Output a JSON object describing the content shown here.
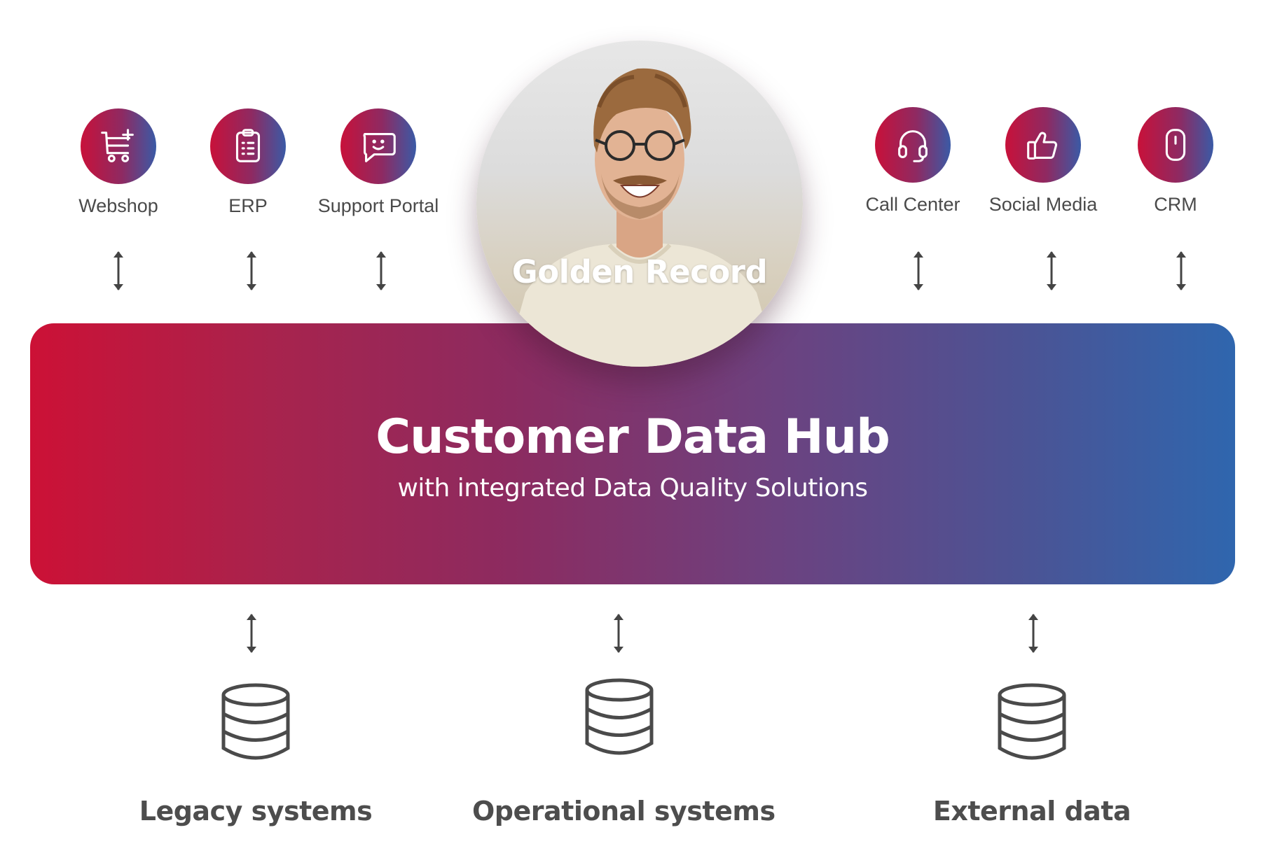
{
  "sources_top": [
    {
      "label": "Webshop",
      "icon": "shopping-cart-add-icon"
    },
    {
      "label": "ERP",
      "icon": "clipboard-icon"
    },
    {
      "label": "Support Portal",
      "icon": "chat-smile-icon"
    },
    {
      "label": "Call Center",
      "icon": "headset-icon"
    },
    {
      "label": "Social Media",
      "icon": "thumbs-up-icon"
    },
    {
      "label": "CRM",
      "icon": "mouse-icon"
    }
  ],
  "golden_record": {
    "label": "Golden Record"
  },
  "hub": {
    "title": "Customer Data Hub",
    "subtitle": "with integrated Data Quality Solutions"
  },
  "sources_bottom": [
    {
      "label": "Legacy systems",
      "icon": "database-icon"
    },
    {
      "label": "Operational systems",
      "icon": "database-icon"
    },
    {
      "label": "External data",
      "icon": "database-icon"
    }
  ],
  "colors": {
    "gradient_start": "#cc1136",
    "gradient_end": "#2f66ae",
    "text_gray": "#4a4a4a"
  }
}
